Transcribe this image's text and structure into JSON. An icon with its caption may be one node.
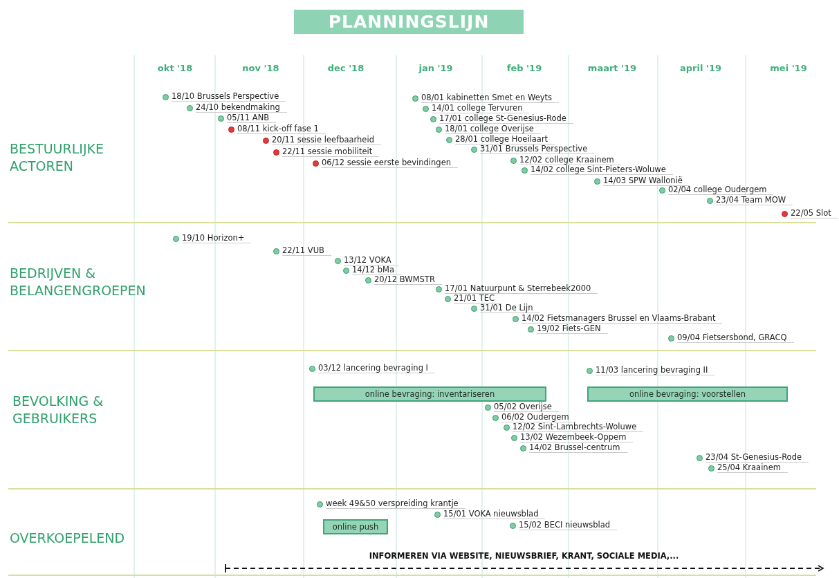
{
  "diagram": {
    "title": "PLANNINGSLIJN",
    "nodes": [
      {
        "text": [
          "online bevraging: inventariseren"
        ]
      },
      {
        "text": [
          "online bevraging: voorstellen"
        ]
      },
      {
        "text": [
          "online push"
        ]
      }
    ],
    "labels": [
      "okt '18",
      "nov '18",
      "dec '18",
      "jan '19",
      "feb '19",
      "maart '19",
      "april '19",
      "mei '19",
      "BESTUURLIJKE ACTOREN",
      "18/10 Brussels Perspective",
      "24/10 bekendmaking",
      "05/11 ANB",
      "08/11 kick-off fase 1",
      "20/11 sessie leefbaarheid",
      "22/11 sessie mobiliteit",
      "06/12 sessie eerste bevindingen",
      "08/01 kabinetten Smet en Weyts",
      "14/01 college Tervuren",
      "17/01 college St-Genesius-Rode",
      "18/01 college Overijse",
      "28/01 college Hoeilaart",
      "31/01 Brussels Perspective",
      "12/02 college Kraainem",
      "14/02 college Sint-Pieters-Woluwe",
      "14/03 SPW Wallonië",
      "02/04 college Oudergem",
      "23/04 Team MOW",
      "22/05 Slot",
      "BEDRIJVEN & BELANGENGROEPEN",
      "19/10 Horizon+",
      "22/11 VUB",
      "13/12 VOKA",
      "14/12 bMa",
      "20/12 BWMSTR",
      "17/01 Natuurpunt & Sterrebeek2000",
      "21/01 TEC",
      "31/01 De Lijn",
      "14/02 Fietsmanagers Brussel en Vlaams-Brabant",
      "19/02 Fiets-GEN",
      "09/04 Fietsersbond, GRACQ",
      "BEVOLKING & GEBRUIKERS",
      "03/12 lancering bevraging I",
      "11/03 lancering bevraging II",
      "05/02 Overijse",
      "06/02 Oudergem",
      "12/02 Sint-Lambrechts-Woluwe",
      "13/02 Wezembeek-Oppem",
      "14/02 Brussel-centrum",
      "23/04 St-Genesius-Rode",
      "25/04 Kraainem",
      "OVERKOEPELEND",
      "week 49&50 verspreiding krantje",
      "15/01 VOKA nieuwsblad",
      "15/02 BECI nieuwsblad",
      "INFORMEREN VIA WEBSITE, NIEUWSBRIEF, KRANT, SOCIALE MEDIA,..."
    ]
  }
}
